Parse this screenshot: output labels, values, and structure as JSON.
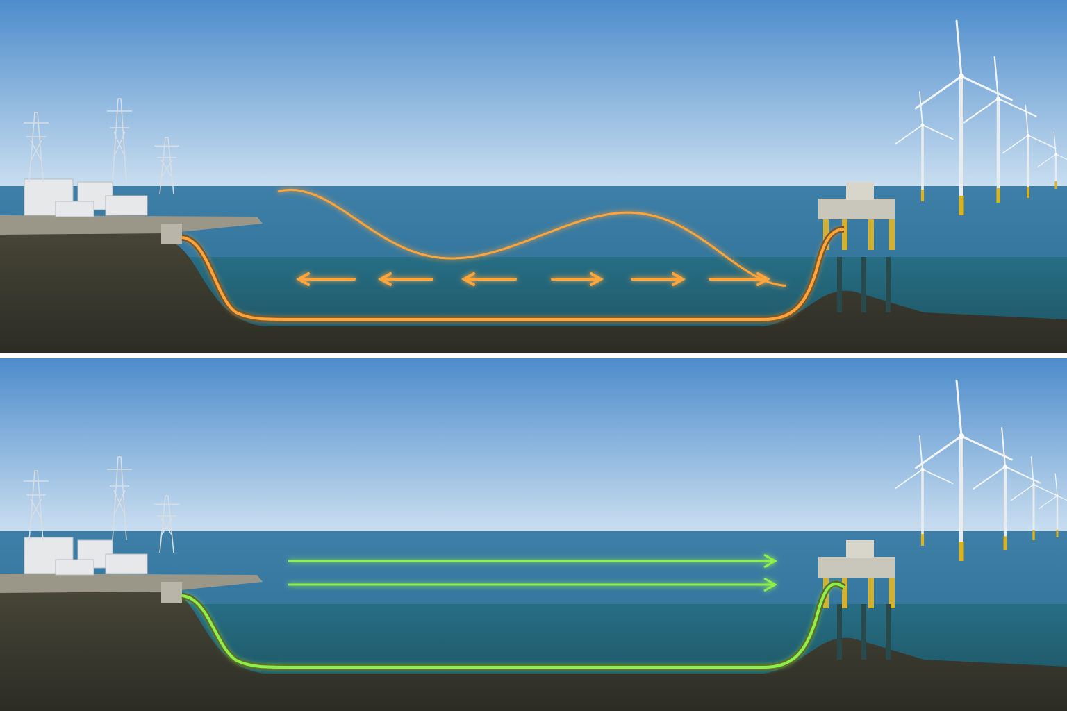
{
  "colors": {
    "sky_top": "#4f8fc9",
    "sky_horizon": "#cfe3ef",
    "sea_surface": "#2f6f96",
    "water_section": "#1f6070",
    "seabed": "#3a3a30",
    "ac_current": "#ffa53a",
    "dc_current": "#8ff04a",
    "turbine_base": "#d9b21e",
    "divider": "#ffffff"
  },
  "panels": [
    {
      "mode": "alternating",
      "waveform": "oscillating",
      "flow_arrows": [
        "left",
        "left",
        "left",
        "right",
        "right",
        "right"
      ]
    },
    {
      "mode": "direct",
      "waveform": "steady",
      "flow_arrows": [
        "right",
        "right"
      ]
    }
  ]
}
